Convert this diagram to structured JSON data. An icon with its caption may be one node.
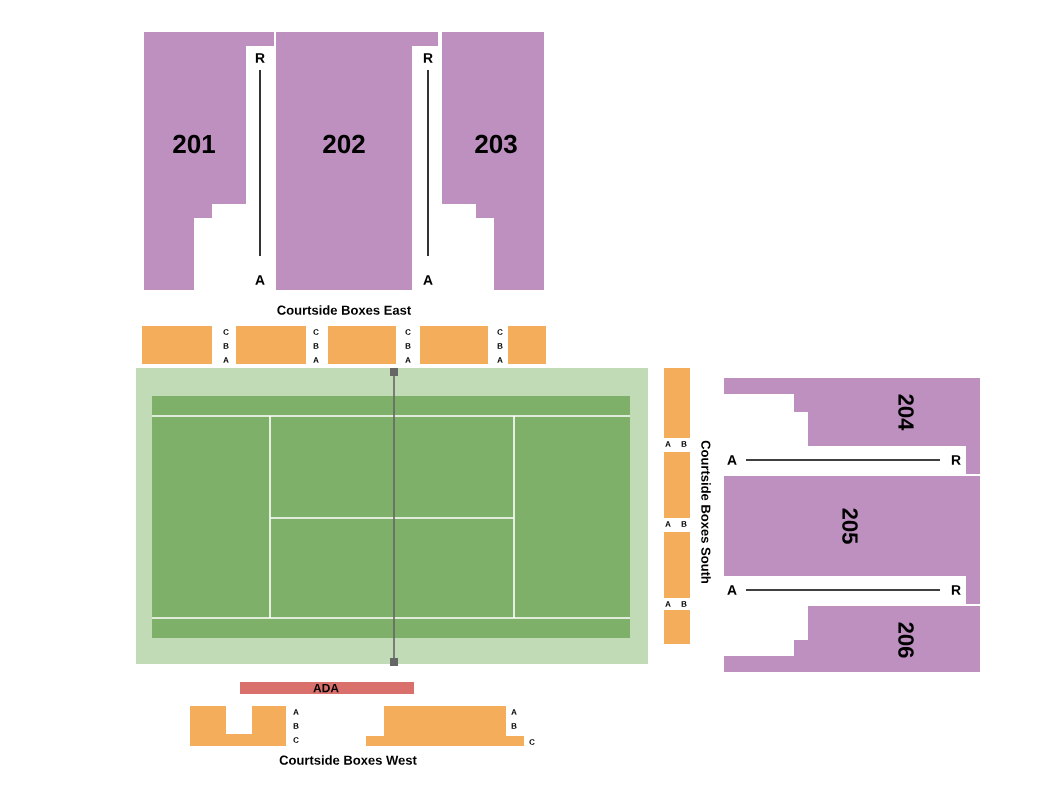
{
  "diagram": {
    "nodes": [
      {
        "text": [
          "201"
        ]
      },
      {
        "text": [
          "202"
        ]
      },
      {
        "text": [
          "203"
        ]
      },
      {
        "text": [
          "204"
        ]
      },
      {
        "text": [
          "205"
        ]
      },
      {
        "text": [
          "206"
        ]
      },
      {
        "text": [
          "ADA"
        ]
      }
    ],
    "labels": [
      "R",
      "R",
      "A",
      "A",
      "Courtside Boxes East",
      "C",
      "B",
      "A",
      "C",
      "B",
      "A",
      "C",
      "B",
      "A",
      "C",
      "B",
      "A",
      "A",
      "B",
      "A",
      "B",
      "A",
      "B",
      "Courtside Boxes South",
      "A",
      "R",
      "A",
      "R",
      "A",
      "B",
      "C",
      "A",
      "B",
      "C",
      "Courtside Boxes West"
    ]
  }
}
